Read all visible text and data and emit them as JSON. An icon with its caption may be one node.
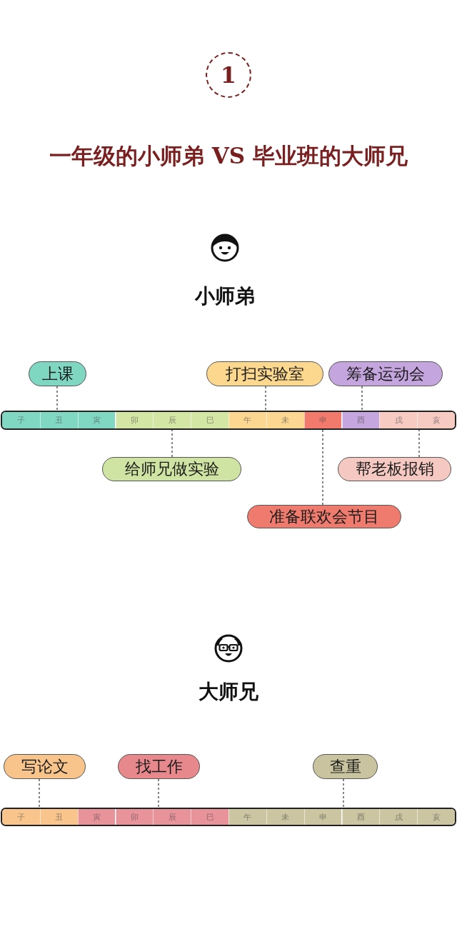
{
  "diagram": {
    "title": "一年级的小师弟 VS 毕业班的大师兄",
    "nodes": [
      {
        "text": [
          "1"
        ]
      },
      {
        "text": [
          "上课"
        ]
      },
      {
        "text": [
          "打扫实验室"
        ]
      },
      {
        "text": [
          "筹备运动会"
        ]
      },
      {
        "text": [],
        "shape": "bar"
      },
      {
        "text": [
          "子"
        ],
        "in": 4
      },
      {
        "text": [
          "丑"
        ],
        "in": 4
      },
      {
        "text": [
          "寅"
        ],
        "in": 4
      },
      {
        "text": [
          "卯"
        ],
        "in": 4
      },
      {
        "text": [
          "辰"
        ],
        "in": 4
      },
      {
        "text": [
          "巳"
        ],
        "in": 4
      },
      {
        "text": [
          "午"
        ],
        "in": 4
      },
      {
        "text": [
          "未"
        ],
        "in": 4
      },
      {
        "text": [
          "申"
        ],
        "in": 4
      },
      {
        "text": [
          "酉"
        ],
        "in": 4
      },
      {
        "text": [
          "戌"
        ],
        "in": 4
      },
      {
        "text": [
          "亥"
        ],
        "in": 4
      },
      {
        "text": [
          "给师兄做实验"
        ]
      },
      {
        "text": [
          "帮老板报销"
        ]
      },
      {
        "text": [
          "准备联欢会节目"
        ]
      },
      {
        "text": [
          "写论文"
        ]
      },
      {
        "text": [
          "找工作"
        ]
      },
      {
        "text": [
          "查重"
        ]
      },
      {
        "text": [],
        "shape": "bar"
      },
      {
        "text": [
          "子"
        ],
        "in": 23
      },
      {
        "text": [
          "丑"
        ],
        "in": 23
      },
      {
        "text": [
          "寅"
        ],
        "in": 23
      },
      {
        "text": [
          "卯"
        ],
        "in": 23
      },
      {
        "text": [
          "辰"
        ],
        "in": 23
      },
      {
        "text": [
          "巳"
        ],
        "in": 23
      },
      {
        "text": [
          "午"
        ],
        "in": 23
      },
      {
        "text": [
          "未"
        ],
        "in": 23
      },
      {
        "text": [
          "申"
        ],
        "in": 23
      },
      {
        "text": [
          "酉"
        ],
        "in": 23
      },
      {
        "text": [
          "戌"
        ],
        "in": 23
      },
      {
        "text": [
          "亥"
        ],
        "in": 23
      }
    ],
    "edges": [
      {
        "from": 1,
        "to": 4,
        "arrow": "none",
        "style": "dashed"
      },
      {
        "from": 2,
        "to": 4,
        "arrow": "none",
        "style": "dashed"
      },
      {
        "from": 3,
        "to": 4,
        "arrow": "none",
        "style": "dashed"
      },
      {
        "from": 17,
        "to": 4,
        "arrow": "none",
        "style": "dashed"
      },
      {
        "from": 18,
        "to": 4,
        "arrow": "none",
        "style": "dashed"
      },
      {
        "from": 19,
        "to": 4,
        "arrow": "none",
        "style": "dashed"
      },
      {
        "from": 20,
        "to": 23,
        "arrow": "none",
        "style": "dashed"
      },
      {
        "from": 21,
        "to": 23,
        "arrow": "none",
        "style": "dashed"
      },
      {
        "from": 22,
        "to": 23,
        "arrow": "none",
        "style": "dashed"
      }
    ],
    "labels": [
      "小师弟",
      "大师兄"
    ]
  }
}
